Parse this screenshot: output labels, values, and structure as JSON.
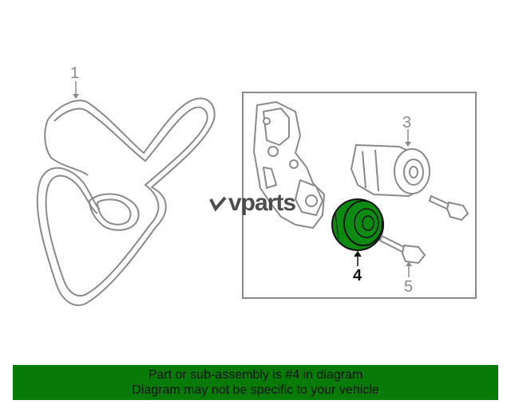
{
  "callouts": {
    "belt": "1",
    "tensioner": "3",
    "pulley": "4",
    "bolt": "5"
  },
  "watermark": {
    "text": "vparts"
  },
  "footer": {
    "line1": "Part or sub-assembly is #4 in diagram",
    "line2": "Diagram may not be specific to your vehicle"
  },
  "colors": {
    "footer_bg": "#087a08",
    "highlight_part": "#0d8a12",
    "line_art": "#8a8a8a"
  }
}
